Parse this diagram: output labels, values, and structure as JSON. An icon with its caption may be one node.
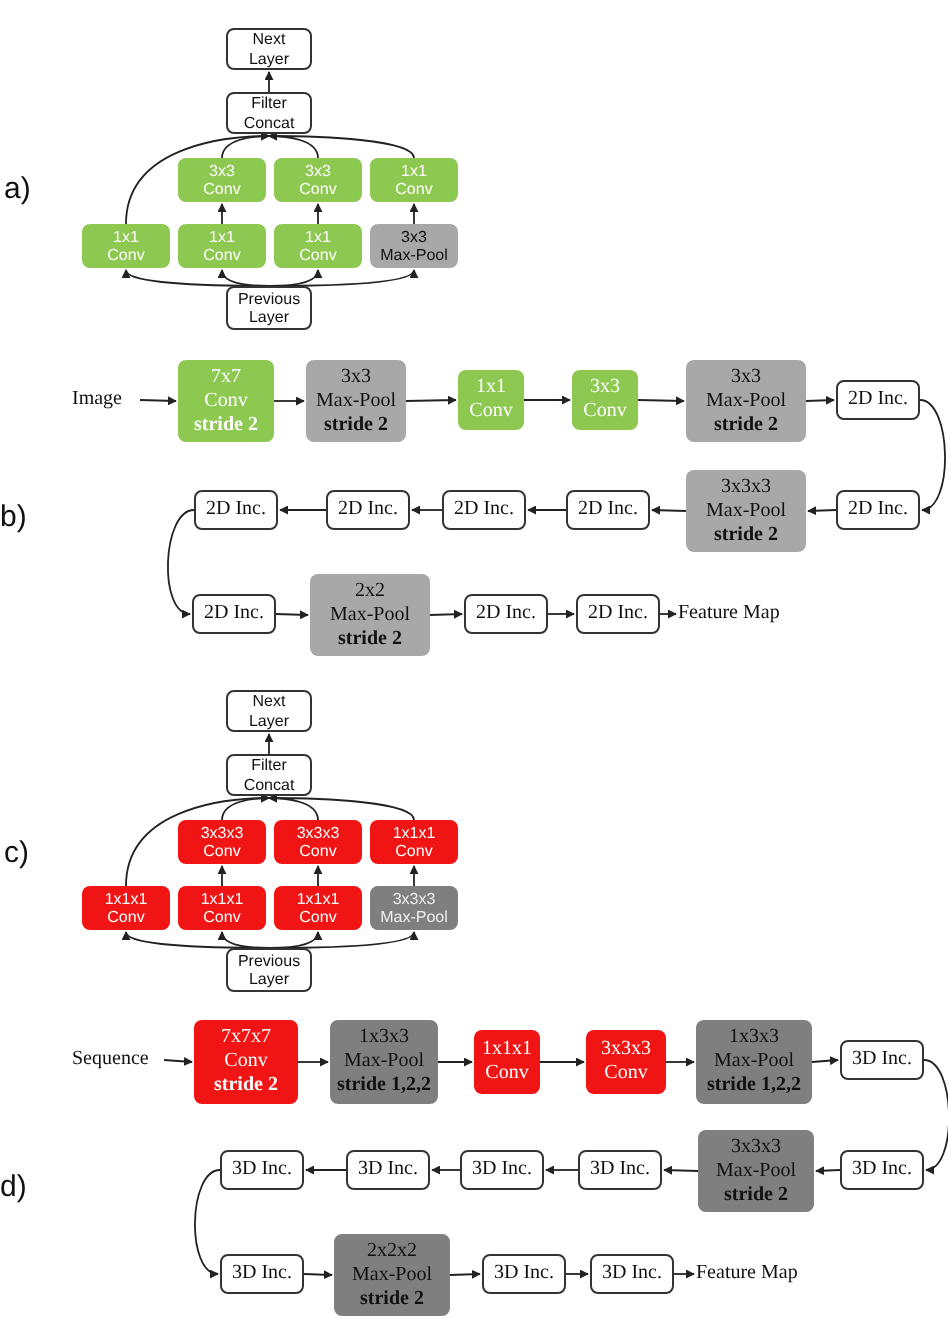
{
  "diagram": {
    "nodes": [
      {
        "text": [
          "Next Layer"
        ]
      },
      {
        "text": [
          "Filter Concat"
        ]
      },
      {
        "text": [
          "3x3 Conv"
        ]
      },
      {
        "text": [
          "3x3 Conv"
        ]
      },
      {
        "text": [
          "1x1 Conv"
        ]
      },
      {
        "text": [
          "1x1 Conv"
        ]
      },
      {
        "text": [
          "1x1 Conv"
        ]
      },
      {
        "text": [
          "1x1 Conv"
        ]
      },
      {
        "text": [
          "3x3 Max-Pool"
        ]
      },
      {
        "text": [
          "Previous Layer"
        ]
      },
      {
        "text": [
          "Image"
        ]
      },
      {
        "text": [
          "7x7 Conv",
          "stride 2"
        ]
      },
      {
        "text": [
          "3x3 Max-Pool",
          "stride 2"
        ]
      },
      {
        "text": [
          "1x1 Conv"
        ]
      },
      {
        "text": [
          "3x3 Conv"
        ]
      },
      {
        "text": [
          "3x3 Max-Pool",
          "stride 2"
        ]
      },
      {
        "text": [
          "2D Inc."
        ]
      },
      {
        "text": [
          "2D Inc."
        ]
      },
      {
        "text": [
          "3x3x3 Max-Pool",
          "stride 2"
        ]
      },
      {
        "text": [
          "2D Inc."
        ]
      },
      {
        "text": [
          "2D Inc."
        ]
      },
      {
        "text": [
          "2D Inc."
        ]
      },
      {
        "text": [
          "2D Inc."
        ]
      },
      {
        "text": [
          "2D Inc."
        ]
      },
      {
        "text": [
          "2x2 Max-Pool",
          "stride 2"
        ]
      },
      {
        "text": [
          "2D Inc."
        ]
      },
      {
        "text": [
          "2D Inc."
        ]
      },
      {
        "text": [
          "Feature Map"
        ]
      },
      {
        "text": [
          "Next Layer"
        ]
      },
      {
        "text": [
          "Filter Concat"
        ]
      },
      {
        "text": [
          "3x3x3 Conv"
        ]
      },
      {
        "text": [
          "3x3x3 Conv"
        ]
      },
      {
        "text": [
          "1x1x1 Conv"
        ]
      },
      {
        "text": [
          "1x1x1 Conv"
        ]
      },
      {
        "text": [
          "1x1x1 Conv"
        ]
      },
      {
        "text": [
          "1x1x1 Conv"
        ]
      },
      {
        "text": [
          "3x3x3 Max-Pool"
        ]
      },
      {
        "text": [
          "Previous Layer"
        ]
      },
      {
        "text": [
          "Sequence"
        ]
      },
      {
        "text": [
          "7x7x7 Conv",
          "stride 2"
        ]
      },
      {
        "text": [
          "1x3x3 Max-Pool",
          "stride 1,2,2"
        ]
      },
      {
        "text": [
          "1x1x1 Conv"
        ]
      },
      {
        "text": [
          "3x3x3 Conv"
        ]
      },
      {
        "text": [
          "1x3x3 Max-Pool",
          "stride 1,2,2"
        ]
      },
      {
        "text": [
          "3D Inc."
        ]
      },
      {
        "text": [
          "3D Inc."
        ]
      },
      {
        "text": [
          "3x3x3 Max-Pool",
          "stride 2"
        ]
      },
      {
        "text": [
          "3D Inc."
        ]
      },
      {
        "text": [
          "3D Inc."
        ]
      },
      {
        "text": [
          "3D Inc."
        ]
      },
      {
        "text": [
          "3D Inc."
        ]
      },
      {
        "text": [
          "3D Inc."
        ]
      },
      {
        "text": [
          "2x2x2 Max-Pool",
          "stride 2"
        ]
      },
      {
        "text": [
          "3D Inc."
        ]
      },
      {
        "text": [
          "3D Inc."
        ]
      },
      {
        "text": [
          "Feature Map"
        ]
      }
    ],
    "edges": [
      {
        "from": 9,
        "to": 5,
        "arrow": "to"
      },
      {
        "from": 9,
        "to": 6,
        "arrow": "to"
      },
      {
        "from": 9,
        "to": 7,
        "arrow": "to"
      },
      {
        "from": 9,
        "to": 8,
        "arrow": "to"
      },
      {
        "from": 5,
        "to": 1,
        "arrow": "to"
      },
      {
        "from": 6,
        "to": 2,
        "arrow": "to"
      },
      {
        "from": 7,
        "to": 3,
        "arrow": "to"
      },
      {
        "from": 8,
        "to": 4,
        "arrow": "to"
      },
      {
        "from": 2,
        "to": 1,
        "arrow": "to"
      },
      {
        "from": 3,
        "to": 1,
        "arrow": "to"
      },
      {
        "from": 4,
        "to": 1,
        "arrow": "to"
      },
      {
        "from": 1,
        "to": 0,
        "arrow": "to"
      },
      {
        "from": 10,
        "to": 11,
        "arrow": "to"
      },
      {
        "from": 11,
        "to": 12,
        "arrow": "to"
      },
      {
        "from": 12,
        "to": 13,
        "arrow": "to"
      },
      {
        "from": 13,
        "to": 14,
        "arrow": "to"
      },
      {
        "from": 14,
        "to": 15,
        "arrow": "to"
      },
      {
        "from": 15,
        "to": 16,
        "arrow": "to"
      },
      {
        "from": 16,
        "to": 17,
        "arrow": "to"
      },
      {
        "from": 17,
        "to": 18,
        "arrow": "to"
      },
      {
        "from": 18,
        "to": 19,
        "arrow": "to"
      },
      {
        "from": 19,
        "to": 20,
        "arrow": "to"
      },
      {
        "from": 20,
        "to": 21,
        "arrow": "to"
      },
      {
        "from": 21,
        "to": 22,
        "arrow": "to"
      },
      {
        "from": 22,
        "to": 23,
        "arrow": "to"
      },
      {
        "from": 23,
        "to": 24,
        "arrow": "to"
      },
      {
        "from": 24,
        "to": 25,
        "arrow": "to"
      },
      {
        "from": 25,
        "to": 26,
        "arrow": "to"
      },
      {
        "from": 26,
        "to": 27,
        "arrow": "to"
      },
      {
        "from": 37,
        "to": 33,
        "arrow": "to"
      },
      {
        "from": 37,
        "to": 34,
        "arrow": "to"
      },
      {
        "from": 37,
        "to": 35,
        "arrow": "to"
      },
      {
        "from": 37,
        "to": 36,
        "arrow": "to"
      },
      {
        "from": 33,
        "to": 29,
        "arrow": "to"
      },
      {
        "from": 34,
        "to": 30,
        "arrow": "to"
      },
      {
        "from": 35,
        "to": 31,
        "arrow": "to"
      },
      {
        "from": 36,
        "to": 32,
        "arrow": "to"
      },
      {
        "from": 30,
        "to": 29,
        "arrow": "to"
      },
      {
        "from": 31,
        "to": 29,
        "arrow": "to"
      },
      {
        "from": 32,
        "to": 29,
        "arrow": "to"
      },
      {
        "from": 29,
        "to": 28,
        "arrow": "to"
      },
      {
        "from": 38,
        "to": 39,
        "arrow": "to"
      },
      {
        "from": 39,
        "to": 40,
        "arrow": "to"
      },
      {
        "from": 40,
        "to": 41,
        "arrow": "to"
      },
      {
        "from": 41,
        "to": 42,
        "arrow": "to"
      },
      {
        "from": 42,
        "to": 43,
        "arrow": "to"
      },
      {
        "from": 43,
        "to": 44,
        "arrow": "to"
      },
      {
        "from": 44,
        "to": 45,
        "arrow": "to"
      },
      {
        "from": 45,
        "to": 46,
        "arrow": "to"
      },
      {
        "from": 46,
        "to": 47,
        "arrow": "to"
      },
      {
        "from": 47,
        "to": 48,
        "arrow": "to"
      },
      {
        "from": 48,
        "to": 49,
        "arrow": "to"
      },
      {
        "from": 49,
        "to": 50,
        "arrow": "to"
      },
      {
        "from": 50,
        "to": 51,
        "arrow": "to"
      },
      {
        "from": 51,
        "to": 52,
        "arrow": "to"
      },
      {
        "from": 52,
        "to": 53,
        "arrow": "to"
      },
      {
        "from": 53,
        "to": 54,
        "arrow": "to"
      },
      {
        "from": 54,
        "to": 55,
        "arrow": "to"
      }
    ],
    "labels": [
      "a)",
      "b)",
      "c)",
      "d)"
    ]
  }
}
